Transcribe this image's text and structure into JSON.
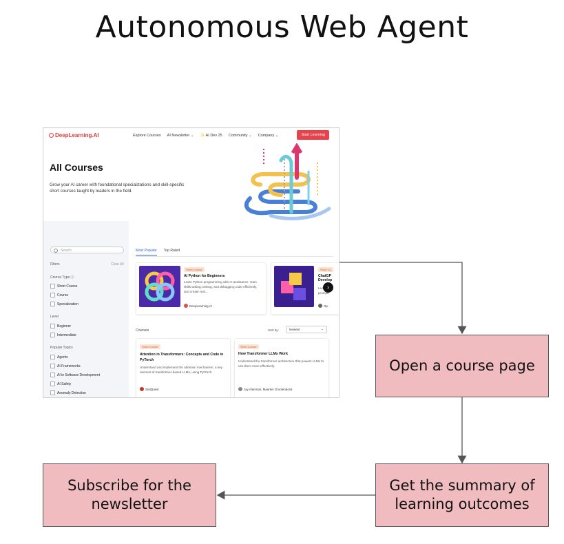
{
  "title": "Autonomous Web Agent",
  "flow": {
    "step1": "Open a course page",
    "step2": "Get the summary of learning outcomes",
    "step3": "Subscribe for the newsletter"
  },
  "screenshot": {
    "logo": "DeepLearning.AI",
    "nav": [
      "Explore Courses",
      "AI Newsletter ⌄",
      "✨ AI Dev 25",
      "Community ⌄",
      "Company ⌄"
    ],
    "nav_button": "Start Learning",
    "hero_title": "All Courses",
    "hero_text": "Grow your AI career with foundational specializations and skill-specific short courses taught by leaders in the field.",
    "search_placeholder": "Search",
    "filters_label": "Filters",
    "clear_all": "Clear All",
    "course_type_label": "Course Type ⓘ",
    "course_types": [
      "Short Course",
      "Course",
      "Specialization"
    ],
    "level_label": "Level",
    "levels": [
      "Beginner",
      "Intermediate"
    ],
    "topics_label": "Popular Topics",
    "topics": [
      "Agents",
      "AI Frameworks",
      "AI in Software Development",
      "AI Safety",
      "Anomaly Detection"
    ],
    "tabs": [
      "Most Popular",
      "Top Rated"
    ],
    "featured": [
      {
        "badge": "Short Course",
        "title": "AI Python for Beginners",
        "desc": "Learn Python programming with AI assistance. Gain skills writing, testing, and debugging code efficiently, and create real...",
        "author": "DeepLearning.AI"
      },
      {
        "badge": "Short Co",
        "title": "ChatGP Develop",
        "desc": "Lea engi prompti",
        "author": "Op"
      }
    ],
    "courses_label": "Courses",
    "sort_label": "Sort by:",
    "sort_value": "Newest",
    "courses": [
      {
        "badge": "Short Course",
        "title": "Attention in Transformers: Concepts and Code in PyTorch",
        "desc": "Understand and implement the attention mechanism, a key element of transformer-based LLMs, using PyTorch.",
        "author": "StatQuest"
      },
      {
        "badge": "Short Course",
        "title": "How Transformer LLMs Work",
        "desc": "Understand the transformer architecture that powers LLMs to use them more effectively.",
        "author": "Jay Alammar, Maarten Grootendorst"
      }
    ]
  }
}
